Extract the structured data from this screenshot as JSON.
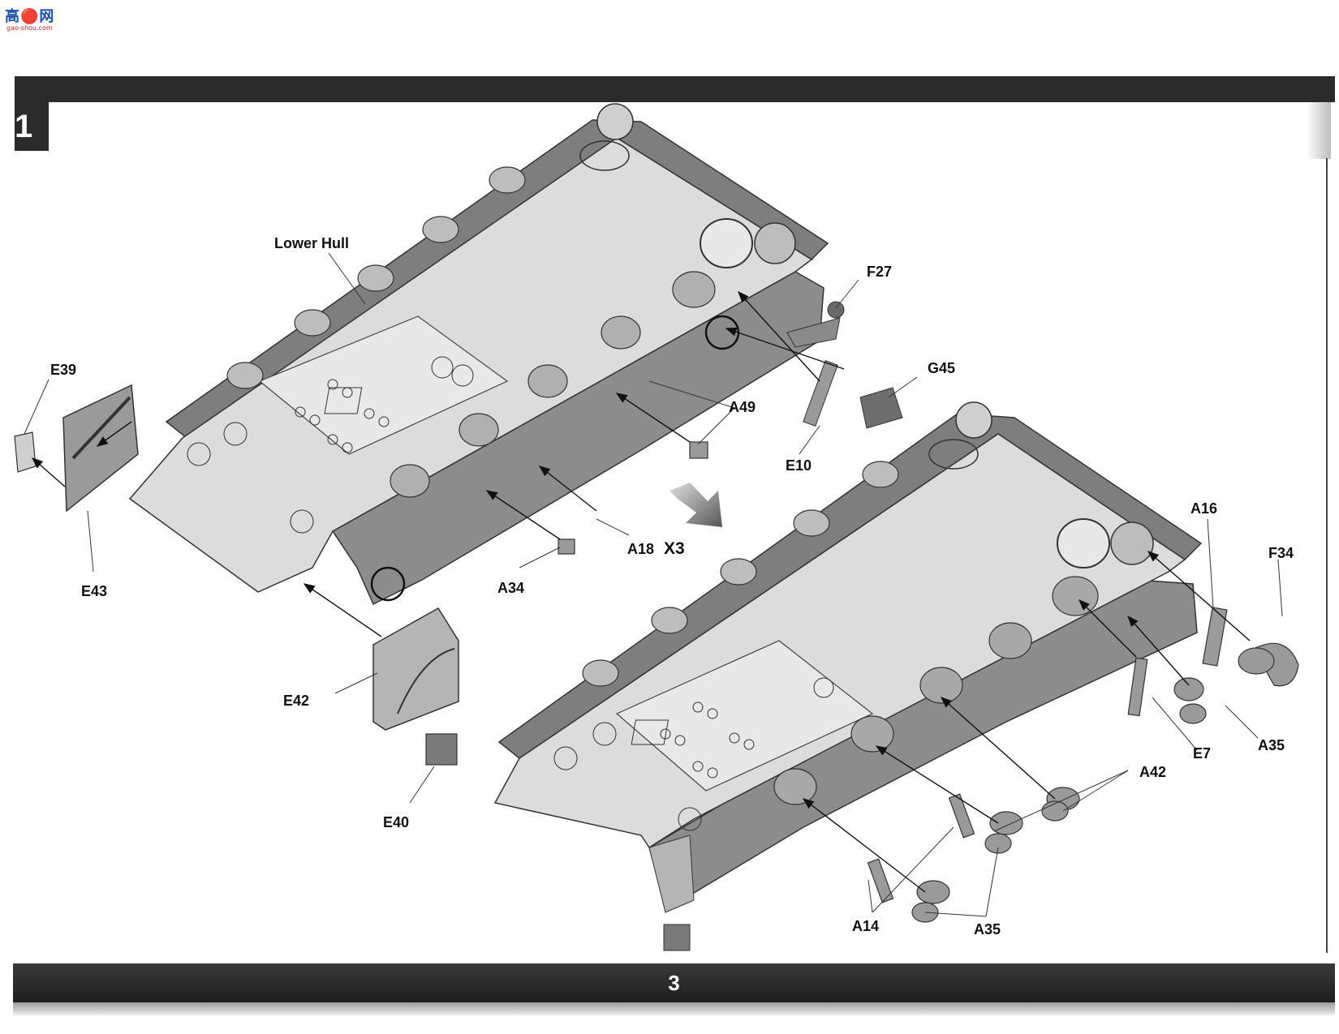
{
  "logo": {
    "main": "高🔴网",
    "sub": "gao-shou.com"
  },
  "step_number": "1",
  "page_number": "3",
  "labels": {
    "lower_hull": "Lower Hull",
    "f27": "F27",
    "g45": "G45",
    "e39": "E39",
    "a49": "A49",
    "e10": "E10",
    "e43": "E43",
    "a18": "A18",
    "a18_qty": "X3",
    "a34": "A34",
    "a16": "A16",
    "f34": "F34",
    "e42": "E42",
    "e40": "E40",
    "e7": "E7",
    "a35_right": "A35",
    "a42": "A42",
    "a14": "A14",
    "a35_bottom": "A35"
  }
}
